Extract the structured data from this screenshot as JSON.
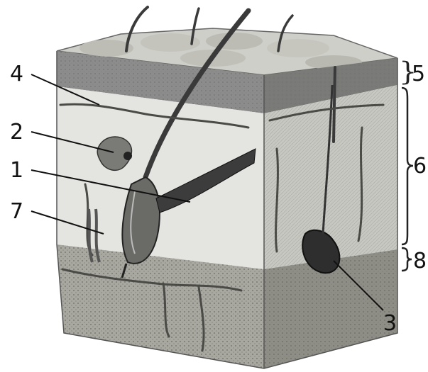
{
  "diagram": {
    "labels": {
      "n1": "1",
      "n2": "2",
      "n3": "3",
      "n4": "4",
      "n5": "5",
      "n6": "6",
      "n7": "7",
      "n8": "8"
    },
    "colors": {
      "epidermis": "#8c8c8c",
      "dermis": "#d8d8d4",
      "dermis_side": "#b8b8b2",
      "hypodermis": "#9a9a92",
      "hair": "#3a3a3a",
      "line": "#111111"
    }
  }
}
